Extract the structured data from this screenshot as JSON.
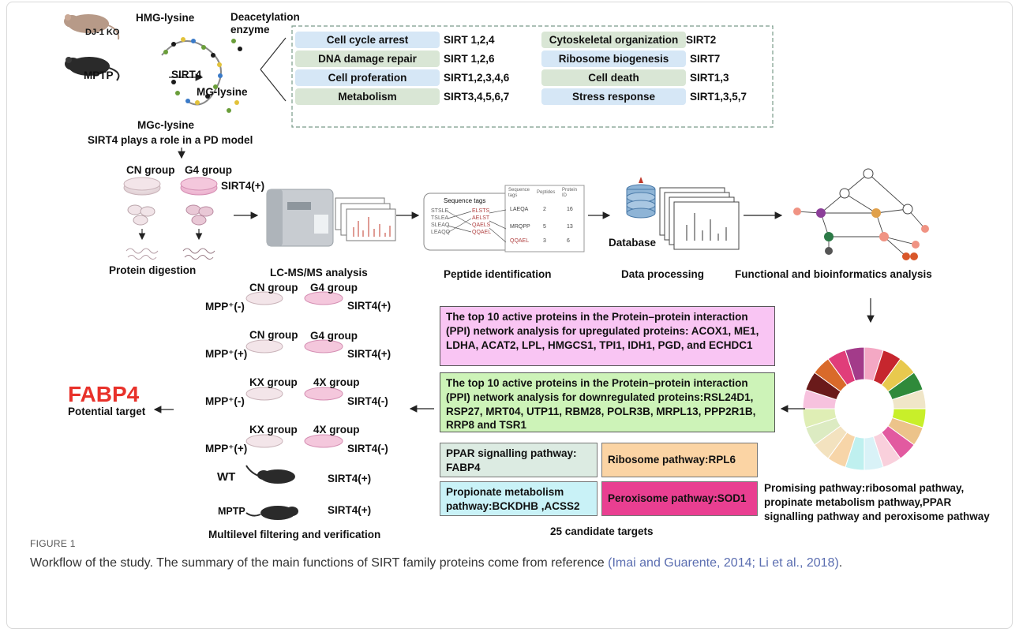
{
  "top": {
    "dj1_label": "DJ-1 KO",
    "mptp_label": "MPTP",
    "hmg_label": "HMG-lysine",
    "sirt4_label": "SIRT4",
    "mg_label": "MG-lysine",
    "mgc_label": "MGc-lysine",
    "deacetylation_label": "Deacetylation\nenzyme",
    "pd_caption": "SIRT4 plays a role in a PD model"
  },
  "sirt_functions": [
    {
      "function": "Cell cycle arrest",
      "sirt": "SIRT 1,2,4"
    },
    {
      "function": "DNA damage repair",
      "sirt": "SIRT 1,2,6"
    },
    {
      "function": "Cell proferation",
      "sirt": "SIRT1,2,3,4,6"
    },
    {
      "function": "Metabolism",
      "sirt": "SIRT3,4,5,6,7"
    },
    {
      "function": "Cytoskeletal organization",
      "sirt": "SIRT2"
    },
    {
      "function": "Ribosome biogenesis",
      "sirt": "SIRT7"
    },
    {
      "function": "Cell death",
      "sirt": "SIRT1,3"
    },
    {
      "function": "Stress response",
      "sirt": "SIRT1,3,5,7"
    }
  ],
  "pipeline": {
    "cn_group": "CN group",
    "g4_group": "G4 group",
    "sirt4_plus": "SIRT4(+)",
    "protein_digestion": "Protein digestion",
    "lcms": "LC-MS/MS analysis",
    "peptide_identification": "Peptide identification",
    "data_processing": "Data processing",
    "database_label": "Database",
    "functional_analysis": "Functional and bioinformatics analysis",
    "sequence_tags_title": "Sequence tags",
    "sequence_left": [
      "STSLE",
      "TSLEA",
      "SLEAQ",
      "LEAQQ"
    ],
    "sequence_right": [
      "ELSTS",
      "AELST",
      "QAELS",
      "QQAEL"
    ],
    "table_headers": [
      "Sequence tags",
      "Peptides",
      "Protein ID"
    ],
    "table_rows": [
      [
        "LAEQA",
        "2",
        "16"
      ],
      [
        "MRQPP",
        "5",
        "13"
      ],
      [
        "QQAEL",
        "3",
        "6"
      ]
    ]
  },
  "filtering": {
    "rows": [
      {
        "mpp": "MPP⁺(-)",
        "left_group": "CN group",
        "right_group": "G4 group",
        "sirt": "SIRT4(+)"
      },
      {
        "mpp": "MPP⁺(+)",
        "left_group": "CN group",
        "right_group": "G4 group",
        "sirt": "SIRT4(+)"
      },
      {
        "mpp": "MPP⁺(-)",
        "left_group": "KX group",
        "right_group": "4X group",
        "sirt": "SIRT4(-)"
      },
      {
        "mpp": "MPP⁺(+)",
        "left_group": "KX group",
        "right_group": "4X group",
        "sirt": "SIRT4(-)"
      }
    ],
    "wt_label": "WT",
    "wt_sirt": "SIRT4(+)",
    "mptp_label": "MPTP",
    "mptp_sirt": "SIRT4(+)",
    "caption": "Multilevel filtering and verification"
  },
  "fabp4": {
    "title": "FABP4",
    "subtitle": "Potential target",
    "color": "#e8312a"
  },
  "ppi": {
    "up_text": "The top 10 active proteins in the Protein–protein interaction (PPI) network analysis for upregulated proteins: ACOX1, ME1, LDHA, ACAT2, LPL, HMGCS1, TPI1, IDH1, PGD, and ECHDC1",
    "down_text": "The top 10 active proteins in the Protein–protein interaction (PPI) network analysis for downregulated proteins:RSL24D1, RSP27, MRT04, UTP11, RBM28, POLR3B, MRPL13, PPP2R1B, RRP8 and TSR1"
  },
  "pathways": {
    "ppar": "PPAR signalling pathway: FABP4",
    "ribosome": "Ribosome pathway:RPL6",
    "propionate": "Propionate metabolism pathway:BCKDHB ,ACSS2",
    "peroxisome": "Peroxisome pathway:SOD1",
    "candidates": "25 candidate targets",
    "promising": "Promising pathway:ribosomal pathway, propinate metabolism pathway,PPAR signalling pathway and peroxisome pathway"
  },
  "donut_colors": [
    "#f4a8c4",
    "#c6262e",
    "#e8c94e",
    "#2f8a3a",
    "#f0e6c8",
    "#c8ef2a",
    "#ecc38a",
    "#e25aa0",
    "#f9d0dc",
    "#d9f2f7",
    "#bff0ef",
    "#f7d5a8",
    "#f3e2bf",
    "#dcebc2",
    "#dfeeb5",
    "#f7c2de",
    "#6a1a1a",
    "#d96a2a",
    "#e03d7a",
    "#a33b8a"
  ],
  "caption": {
    "label": "FIGURE 1",
    "text": "Workflow of the study. The summary of the main functions of SIRT family proteins come from reference ",
    "refs": "(Imai and Guarente, 2014; Li et al., 2018)",
    "end": "."
  }
}
